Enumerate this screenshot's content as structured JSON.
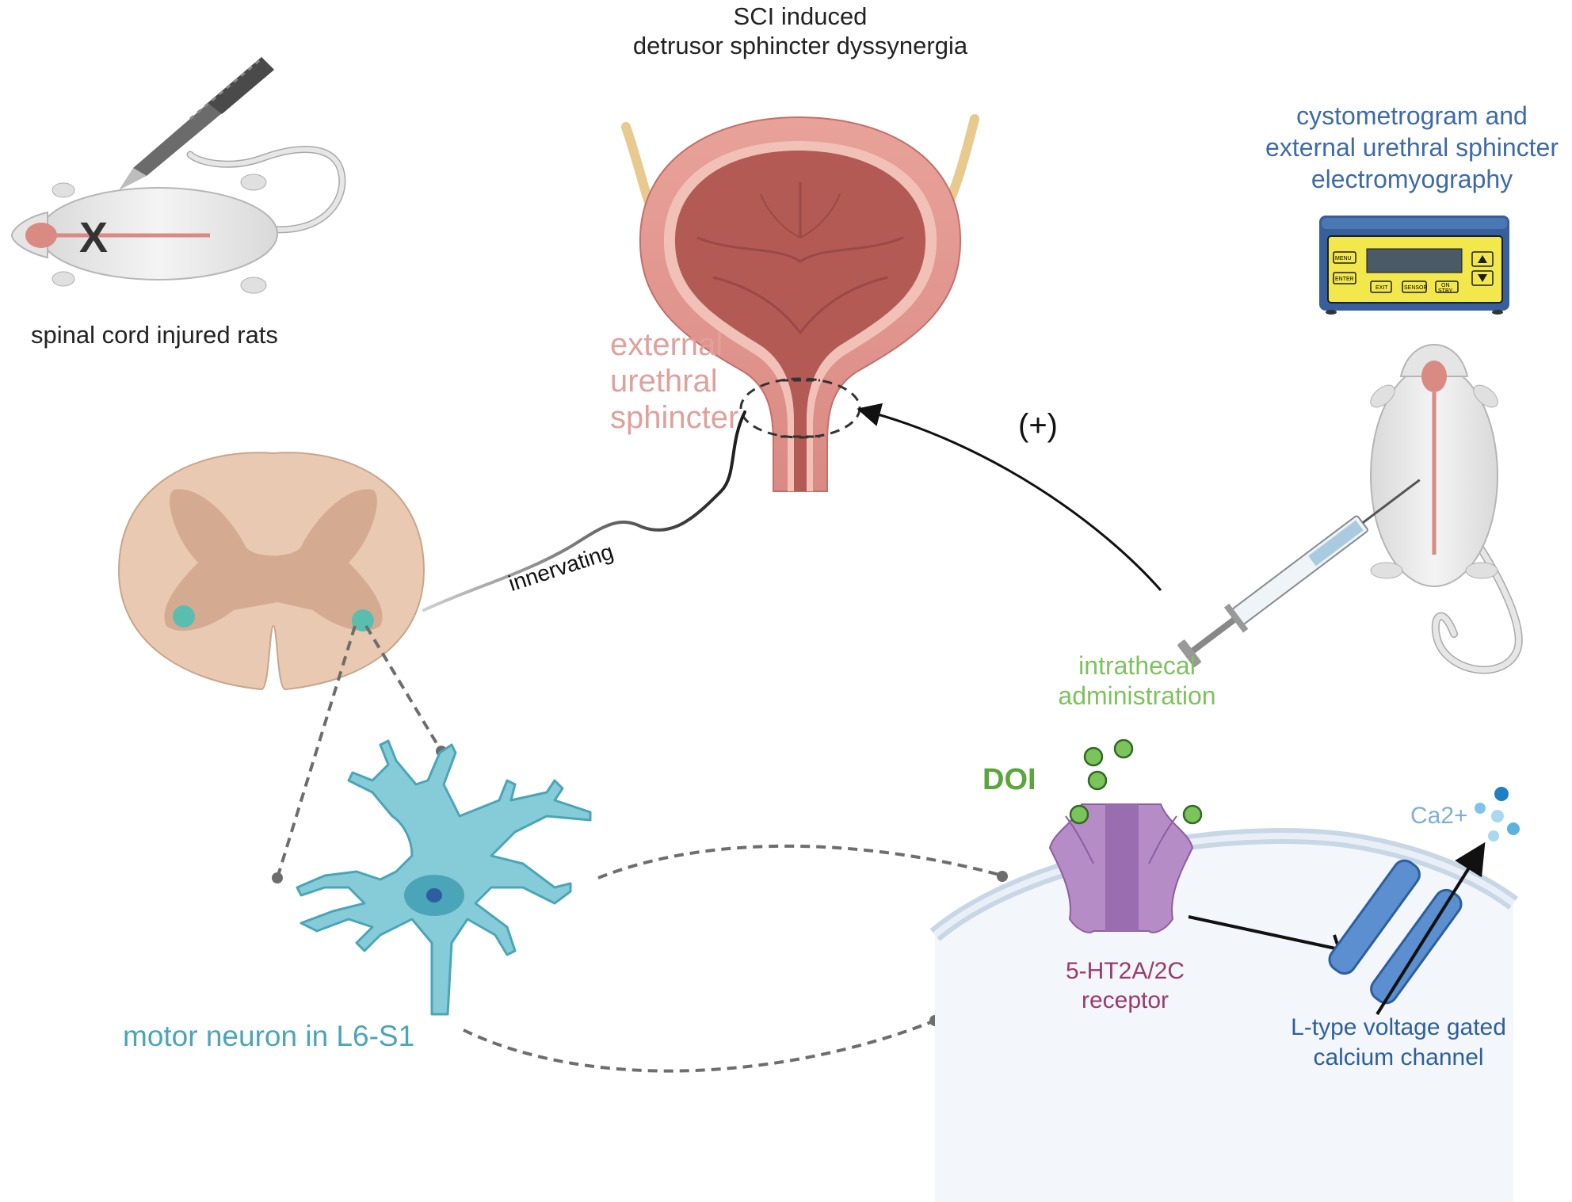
{
  "title": {
    "line1": "SCI induced",
    "line2": "detrusor sphincter dyssynergia"
  },
  "labels": {
    "spinal_cord_injured_rats": "spinal cord injured rats",
    "cystometrogram": {
      "line1": "cystometrogram and",
      "line2": "external urethral sphincter",
      "line3": "electromyography"
    },
    "external_urethral_sphincter": {
      "line1": "external",
      "line2": "urethral",
      "line3": "sphincter"
    },
    "innervating": "innervating",
    "positive_effect": "(+)",
    "intrathecal": {
      "line1": "intrathecal",
      "line2": "administration"
    },
    "doi": "DOI",
    "calcium": "Ca2+",
    "receptor": {
      "line1": "5-HT2A/2C",
      "line2": "receptor"
    },
    "calcium_channel": {
      "line1": "L-type voltage gated",
      "line2": "calcium channel"
    },
    "motor_neuron": "motor neuron in L6-S1",
    "injury_mark": "X"
  },
  "device": {
    "keys": [
      "MENU",
      "ENTER",
      "EXIT",
      "SENSOR",
      "ON",
      "STBY"
    ]
  },
  "colors": {
    "title_text": "#222222",
    "device_label": "#3d6aa8",
    "sphincter_label": "#e0a09c",
    "intrathecal_label": "#7cc35c",
    "doi": "#5aa63c",
    "calcium": "#7fb0d6",
    "receptor": "#9c3a6c",
    "channel": "#2d5fa0",
    "motor_neuron": "#4aa5b8"
  }
}
